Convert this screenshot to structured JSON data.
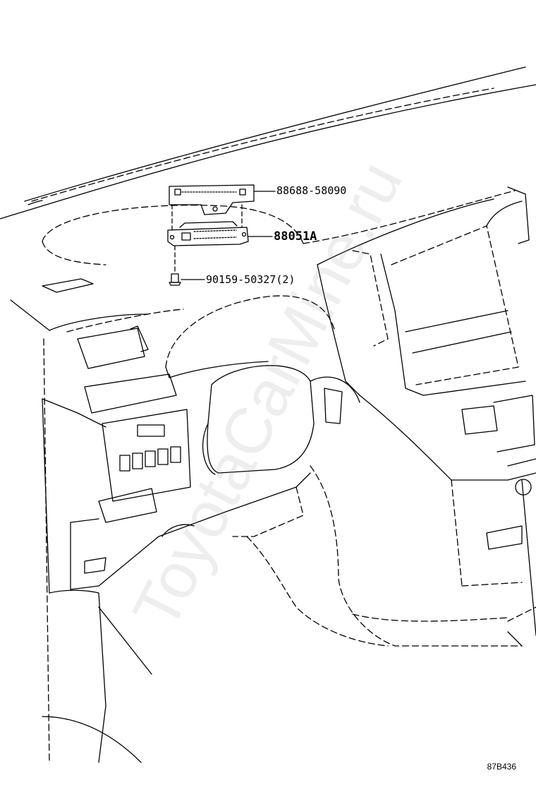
{
  "callouts": {
    "bracket": "88688-58090",
    "module": "88051A",
    "screw": "90159-50327(2)"
  },
  "diagram_code": "87B436",
  "watermark": "ToyotaCarMine.ru",
  "colors": {
    "line": "#000000",
    "watermark": "#969696",
    "background": "#ffffff"
  }
}
